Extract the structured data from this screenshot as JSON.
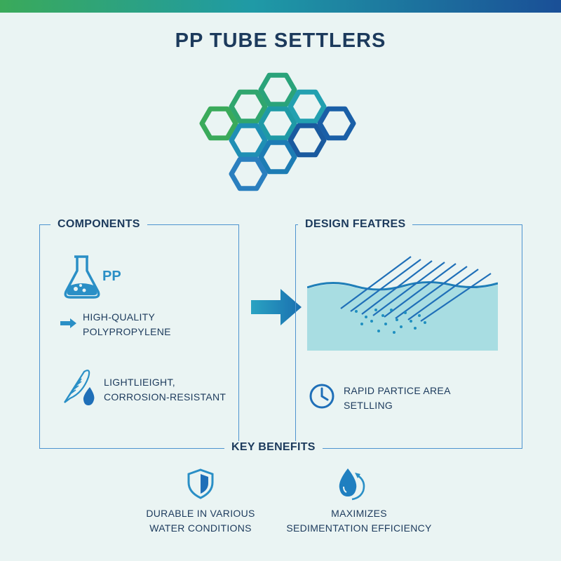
{
  "title": "PP TUBE SETTLERS",
  "components": {
    "heading": "COMPONENTS",
    "material_badge": "PP",
    "item1_line1": "HIGH-QUALITY",
    "item1_line2": "POLYPROPYLENE",
    "item2_line1": "LIGHTLIEIGHT,",
    "item2_line2": "CORROSION-RESISTANT"
  },
  "design": {
    "heading": "DESIGN FEATRES",
    "feature_line1": "RAPID PARTICE AREA",
    "feature_line2": "SETLLING"
  },
  "benefits": {
    "heading": "KEY BENEFITS",
    "b1_line1": "DURABLE IN VARIOUS",
    "b1_line2": "WATER CONDITIONS",
    "b2_line1": "MAXIMIZES",
    "b2_line2": "SEDIMENTATION EFFICIENCY"
  },
  "colors": {
    "green": "#3aaa5a",
    "teal": "#1f9aa6",
    "blue": "#1a4f97",
    "accent": "#2a8fc6",
    "water": "#a8dde2"
  },
  "icons": [
    "flask-icon",
    "arrow-right-icon",
    "feather-icon",
    "water-drop-icon",
    "big-arrow-icon",
    "clock-icon",
    "shield-icon",
    "drop-cycle-icon"
  ]
}
